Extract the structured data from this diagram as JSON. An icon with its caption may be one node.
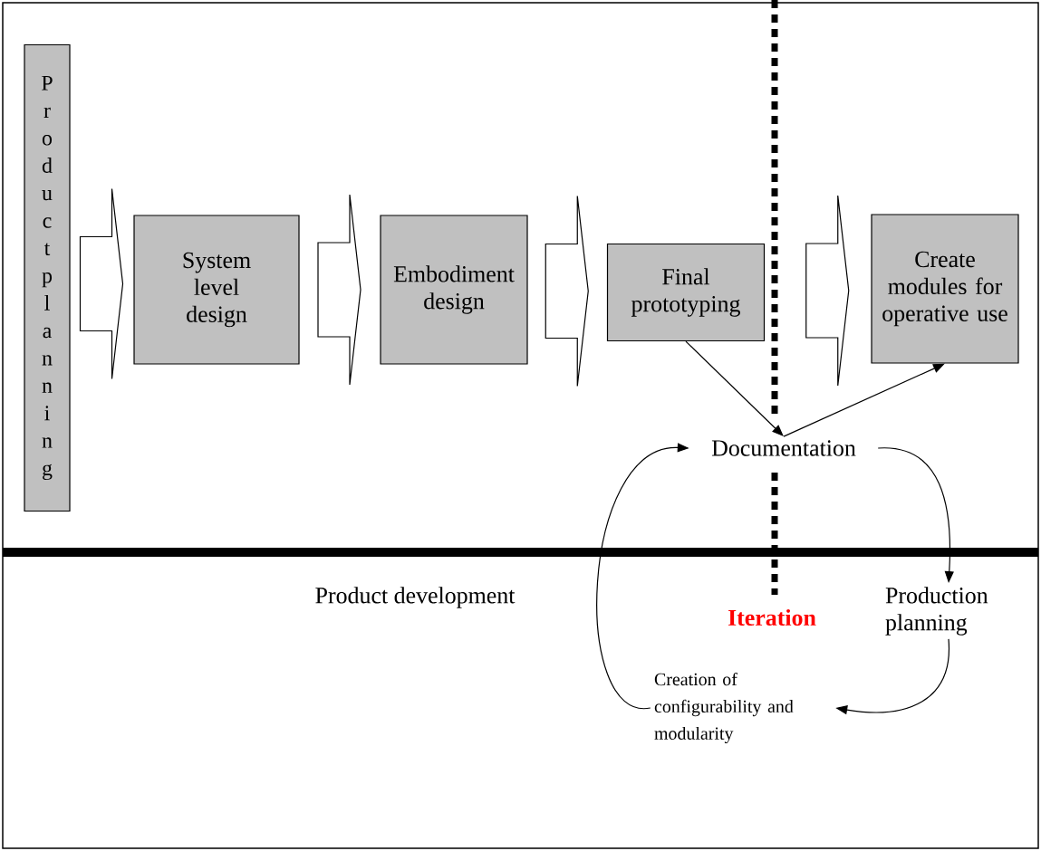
{
  "diagram": {
    "nodes": [
      {
        "text": [
          "Product planning"
        ]
      },
      {
        "text": [
          "System level design"
        ]
      },
      {
        "text": [
          "Embodiment design"
        ]
      },
      {
        "text": [
          "Final prototyping"
        ]
      },
      {
        "text": [
          "Create modules for operative use"
        ]
      },
      {
        "text": [
          "Documentation"
        ]
      },
      {
        "text": [
          "Production planning"
        ]
      },
      {
        "text": [
          "Creation of configurability and modularity"
        ]
      }
    ],
    "edges": [
      {
        "from": 0,
        "to": 1,
        "arrow": "to"
      },
      {
        "from": 1,
        "to": 2,
        "arrow": "to"
      },
      {
        "from": 2,
        "to": 3,
        "arrow": "to"
      },
      {
        "from": 3,
        "to": 4,
        "arrow": "to"
      },
      {
        "from": 3,
        "to": 5,
        "arrow": "to"
      },
      {
        "from": 5,
        "to": 4,
        "arrow": "to"
      },
      {
        "from": 5,
        "to": 6,
        "arrow": "to"
      },
      {
        "from": 6,
        "to": 7,
        "arrow": "to"
      },
      {
        "from": 7,
        "to": 5,
        "arrow": "to"
      }
    ],
    "labels": [
      "Product development",
      "Iteration"
    ]
  }
}
